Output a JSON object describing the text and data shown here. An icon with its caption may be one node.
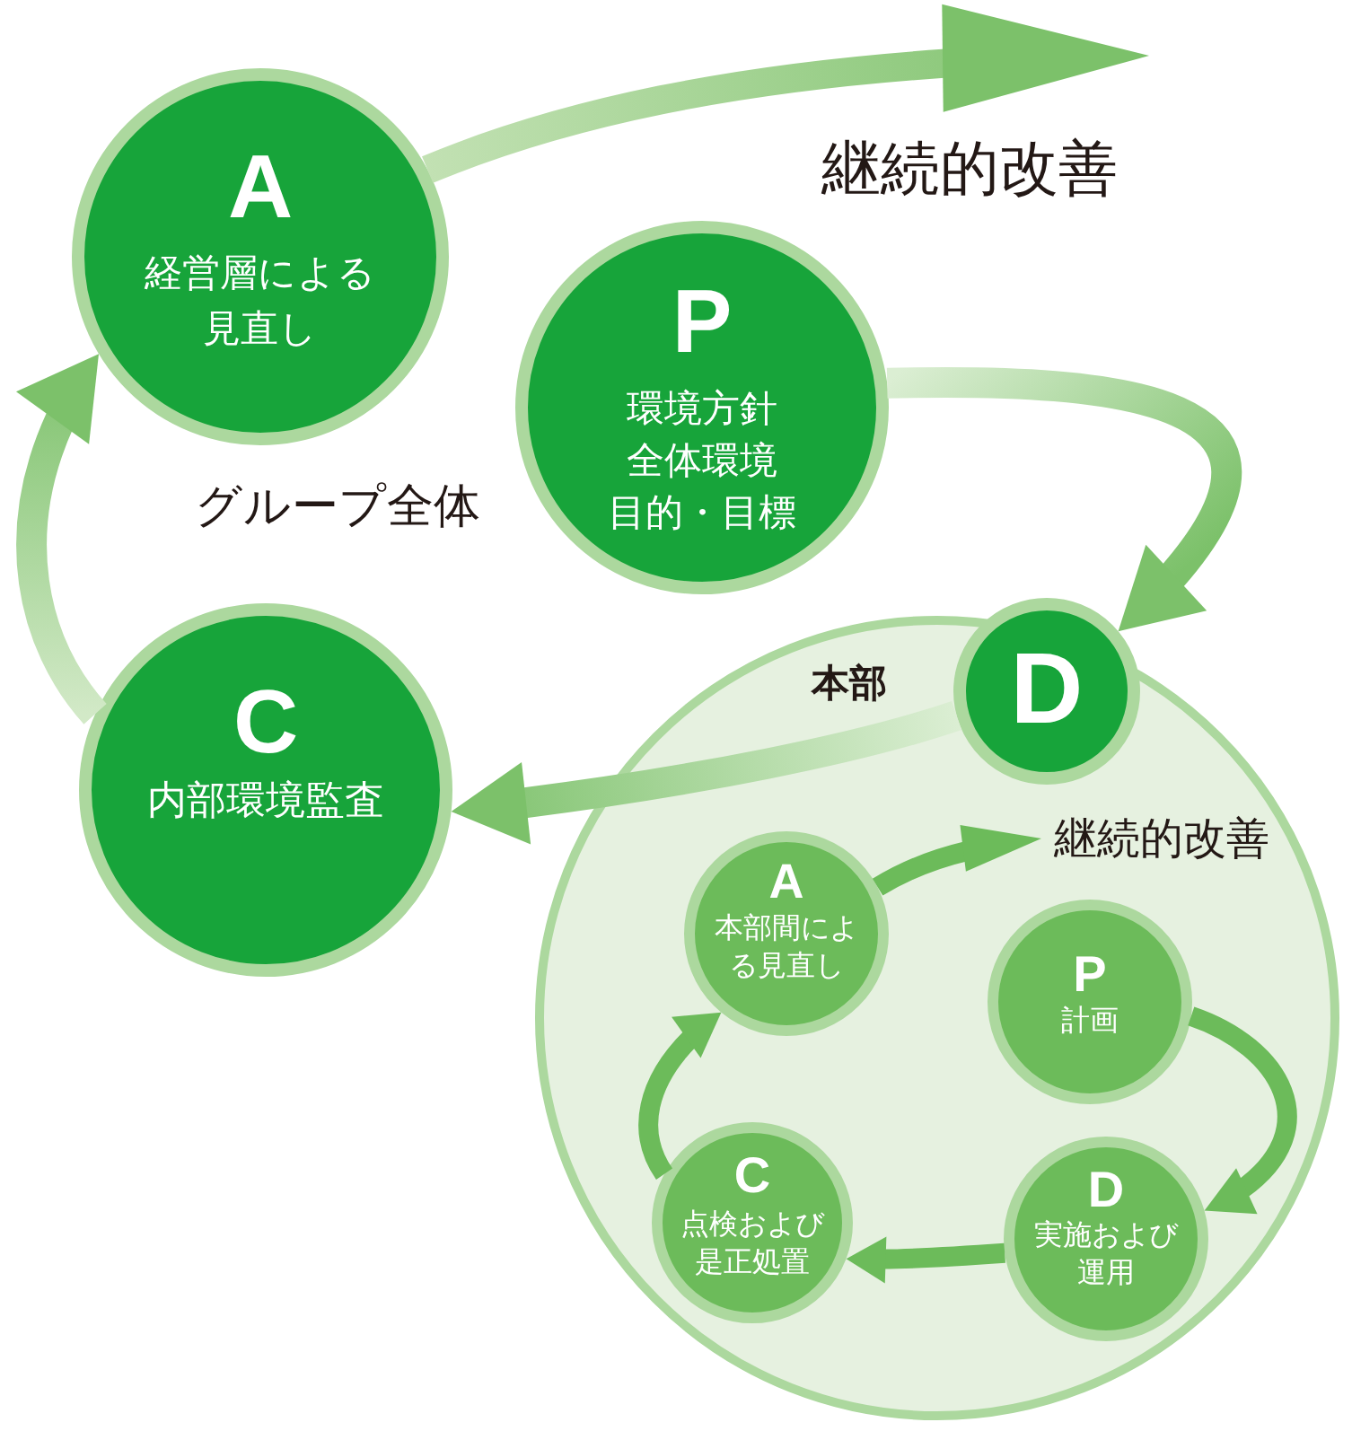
{
  "diagram": {
    "nodes": [
      {
        "text": [
          "A",
          "経営層による見直し"
        ]
      },
      {
        "text": [
          "P",
          "環境方針",
          "全体環境",
          "目的・目標"
        ]
      },
      {
        "text": [
          "C",
          "内部環境監査"
        ]
      },
      {
        "text": [
          "本部"
        ]
      },
      {
        "text": [
          "D"
        ]
      },
      {
        "text": [
          "A",
          "本部間による見直し"
        ],
        "in": 3
      },
      {
        "text": [
          "継続的改善"
        ],
        "in": 3
      },
      {
        "text": [
          "P",
          "計画"
        ],
        "in": 3
      },
      {
        "text": [
          "D",
          "実施および運用"
        ],
        "in": 3
      },
      {
        "text": [
          "C",
          "点検および是正処置"
        ],
        "in": 3
      }
    ],
    "edges": [
      {
        "from": 0,
        "to": null,
        "arrow": "to",
        "label": "継続的改善"
      },
      {
        "from": 1,
        "to": 4,
        "arrow": "to"
      },
      {
        "from": 4,
        "to": 2,
        "arrow": "to"
      },
      {
        "from": 2,
        "to": 0,
        "arrow": "to"
      },
      {
        "from": 5,
        "to": 6,
        "arrow": "to"
      },
      {
        "from": 7,
        "to": 8,
        "arrow": "to"
      },
      {
        "from": 8,
        "to": 9,
        "arrow": "to"
      },
      {
        "from": 9,
        "to": 5,
        "arrow": "to"
      }
    ],
    "labels": [
      "グループ全体"
    ]
  }
}
